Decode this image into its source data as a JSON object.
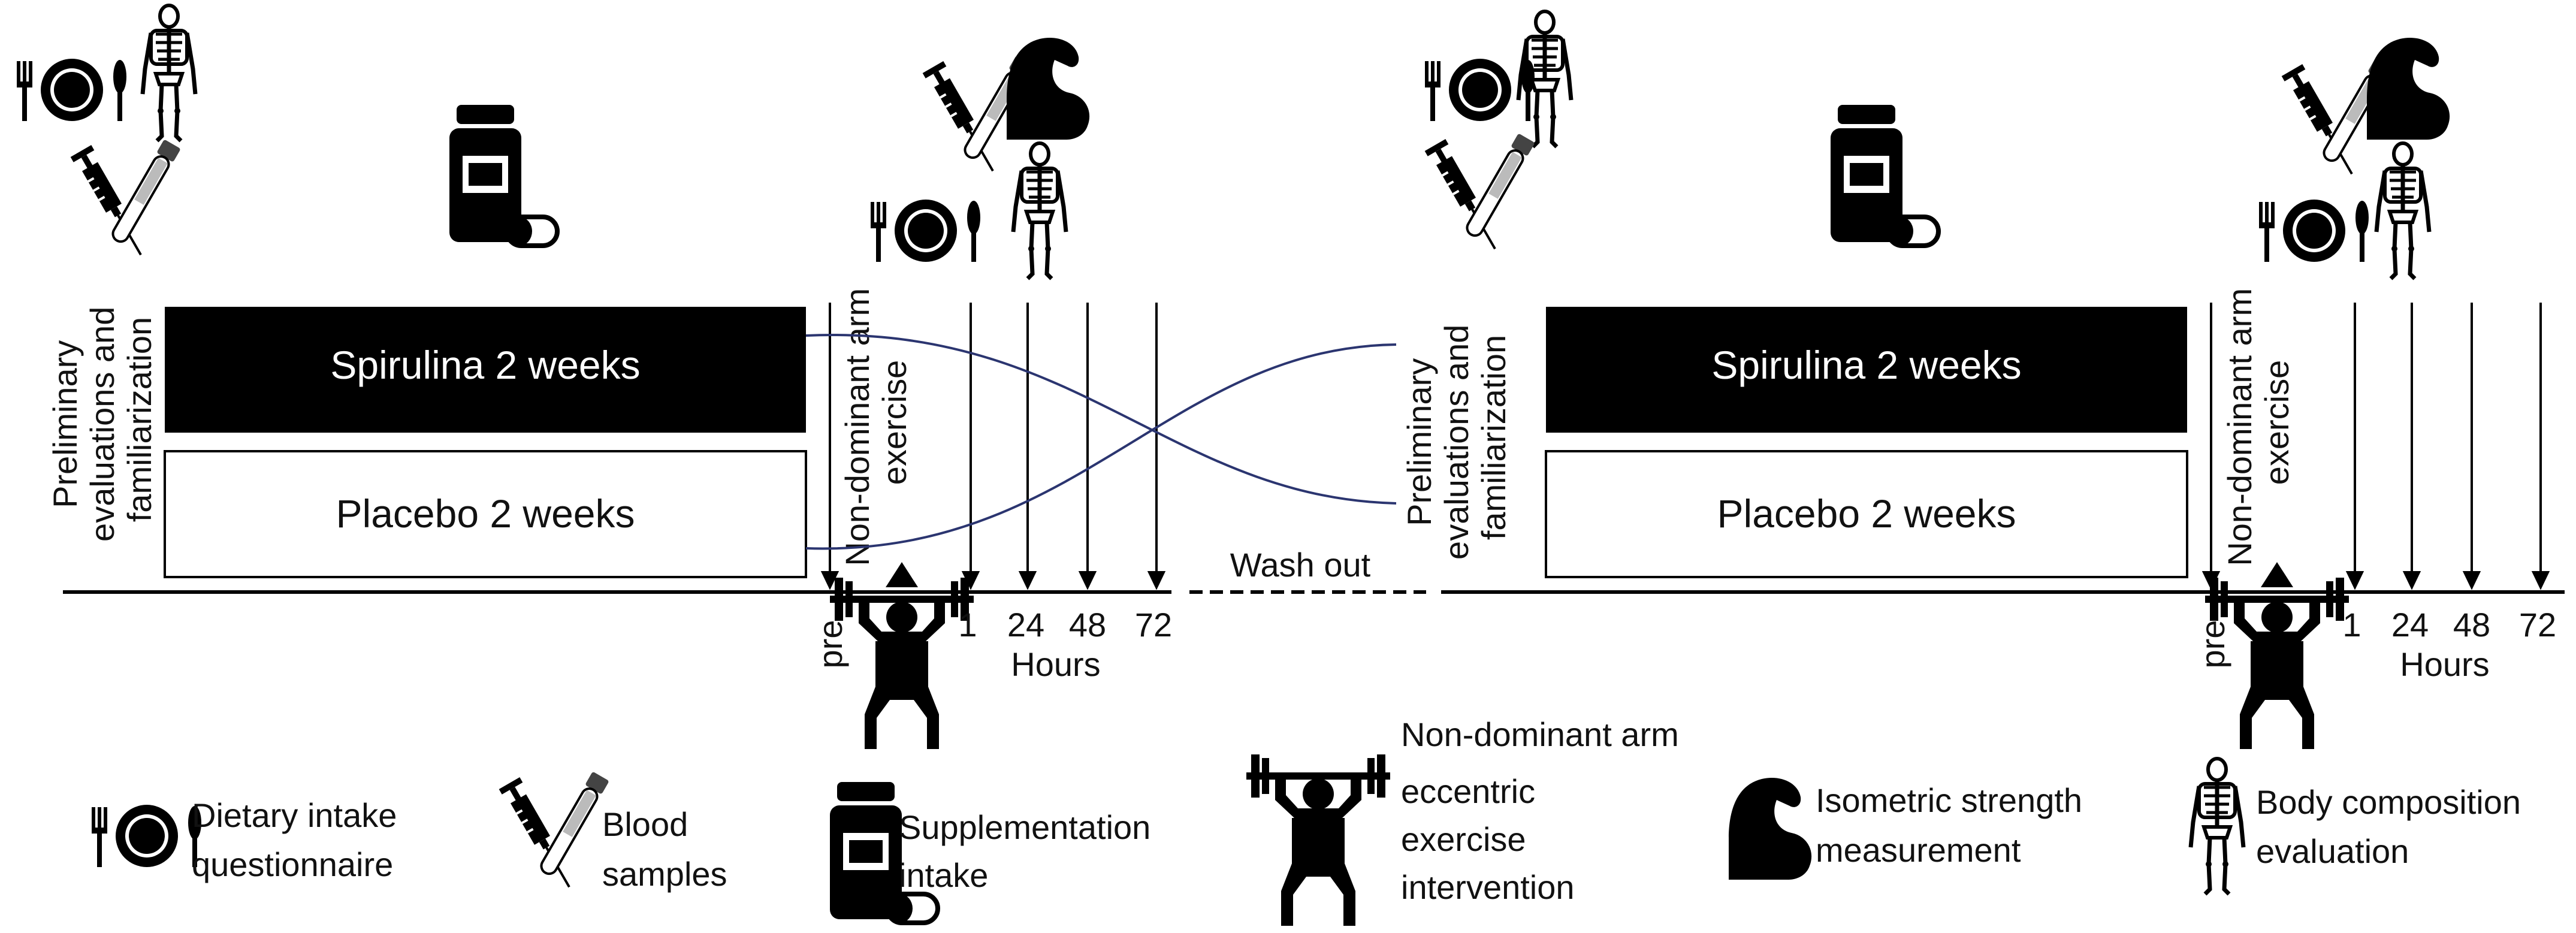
{
  "timeline": {
    "period1": {
      "vertical_label_lines": [
        "Preliminary",
        "evaluations and",
        "familiarization"
      ],
      "spirulina_box": "Spirulina 2 weeks",
      "placebo_box": "Placebo 2 weeks",
      "exercise_label_lines": [
        "Non-dominant arm",
        "exercise"
      ],
      "time_pre": "pre",
      "time_points": [
        "1",
        "24",
        "48",
        "72"
      ],
      "hours_label": "Hours"
    },
    "washout_label": "Wash out",
    "period2": {
      "vertical_label_lines": [
        "Preliminary",
        "evaluations and",
        "familiarization"
      ],
      "spirulina_box": "Spirulina 2 weeks",
      "placebo_box": "Placebo 2 weeks",
      "exercise_label_lines": [
        "Non-dominant arm",
        "exercise"
      ],
      "time_pre": "pre",
      "time_points": [
        "1",
        "24",
        "48",
        "72"
      ],
      "hours_label": "Hours"
    }
  },
  "legend": {
    "dietary_lines": [
      "Dietary intake",
      "questionnaire"
    ],
    "blood_lines": [
      "Blood",
      "samples"
    ],
    "supplement_lines": [
      "Supplementation",
      "intake"
    ],
    "exercise_lines": [
      "Non-dominant arm",
      "eccentric",
      "exercise",
      "intervention"
    ],
    "isometric_lines": [
      "Isometric  strength",
      "measurement"
    ],
    "bodycomp_lines": [
      "Body composition",
      "evaluation"
    ]
  },
  "icons": {
    "dietary": "plate-cutlery-icon",
    "blood": "syringe-tube-icon",
    "supplement": "pill-bottle-icon",
    "exercise": "weightlifter-icon",
    "isometric": "flexed-arm-icon",
    "bodycomp": "skeleton-icon"
  }
}
